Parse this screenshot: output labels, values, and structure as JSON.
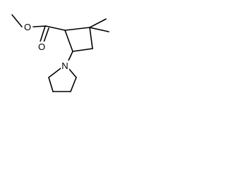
{
  "molecule": {
    "atoms": {
      "ester_oxygen": "O",
      "carbonyl_oxygen": "O",
      "nitrogen": "N"
    }
  }
}
